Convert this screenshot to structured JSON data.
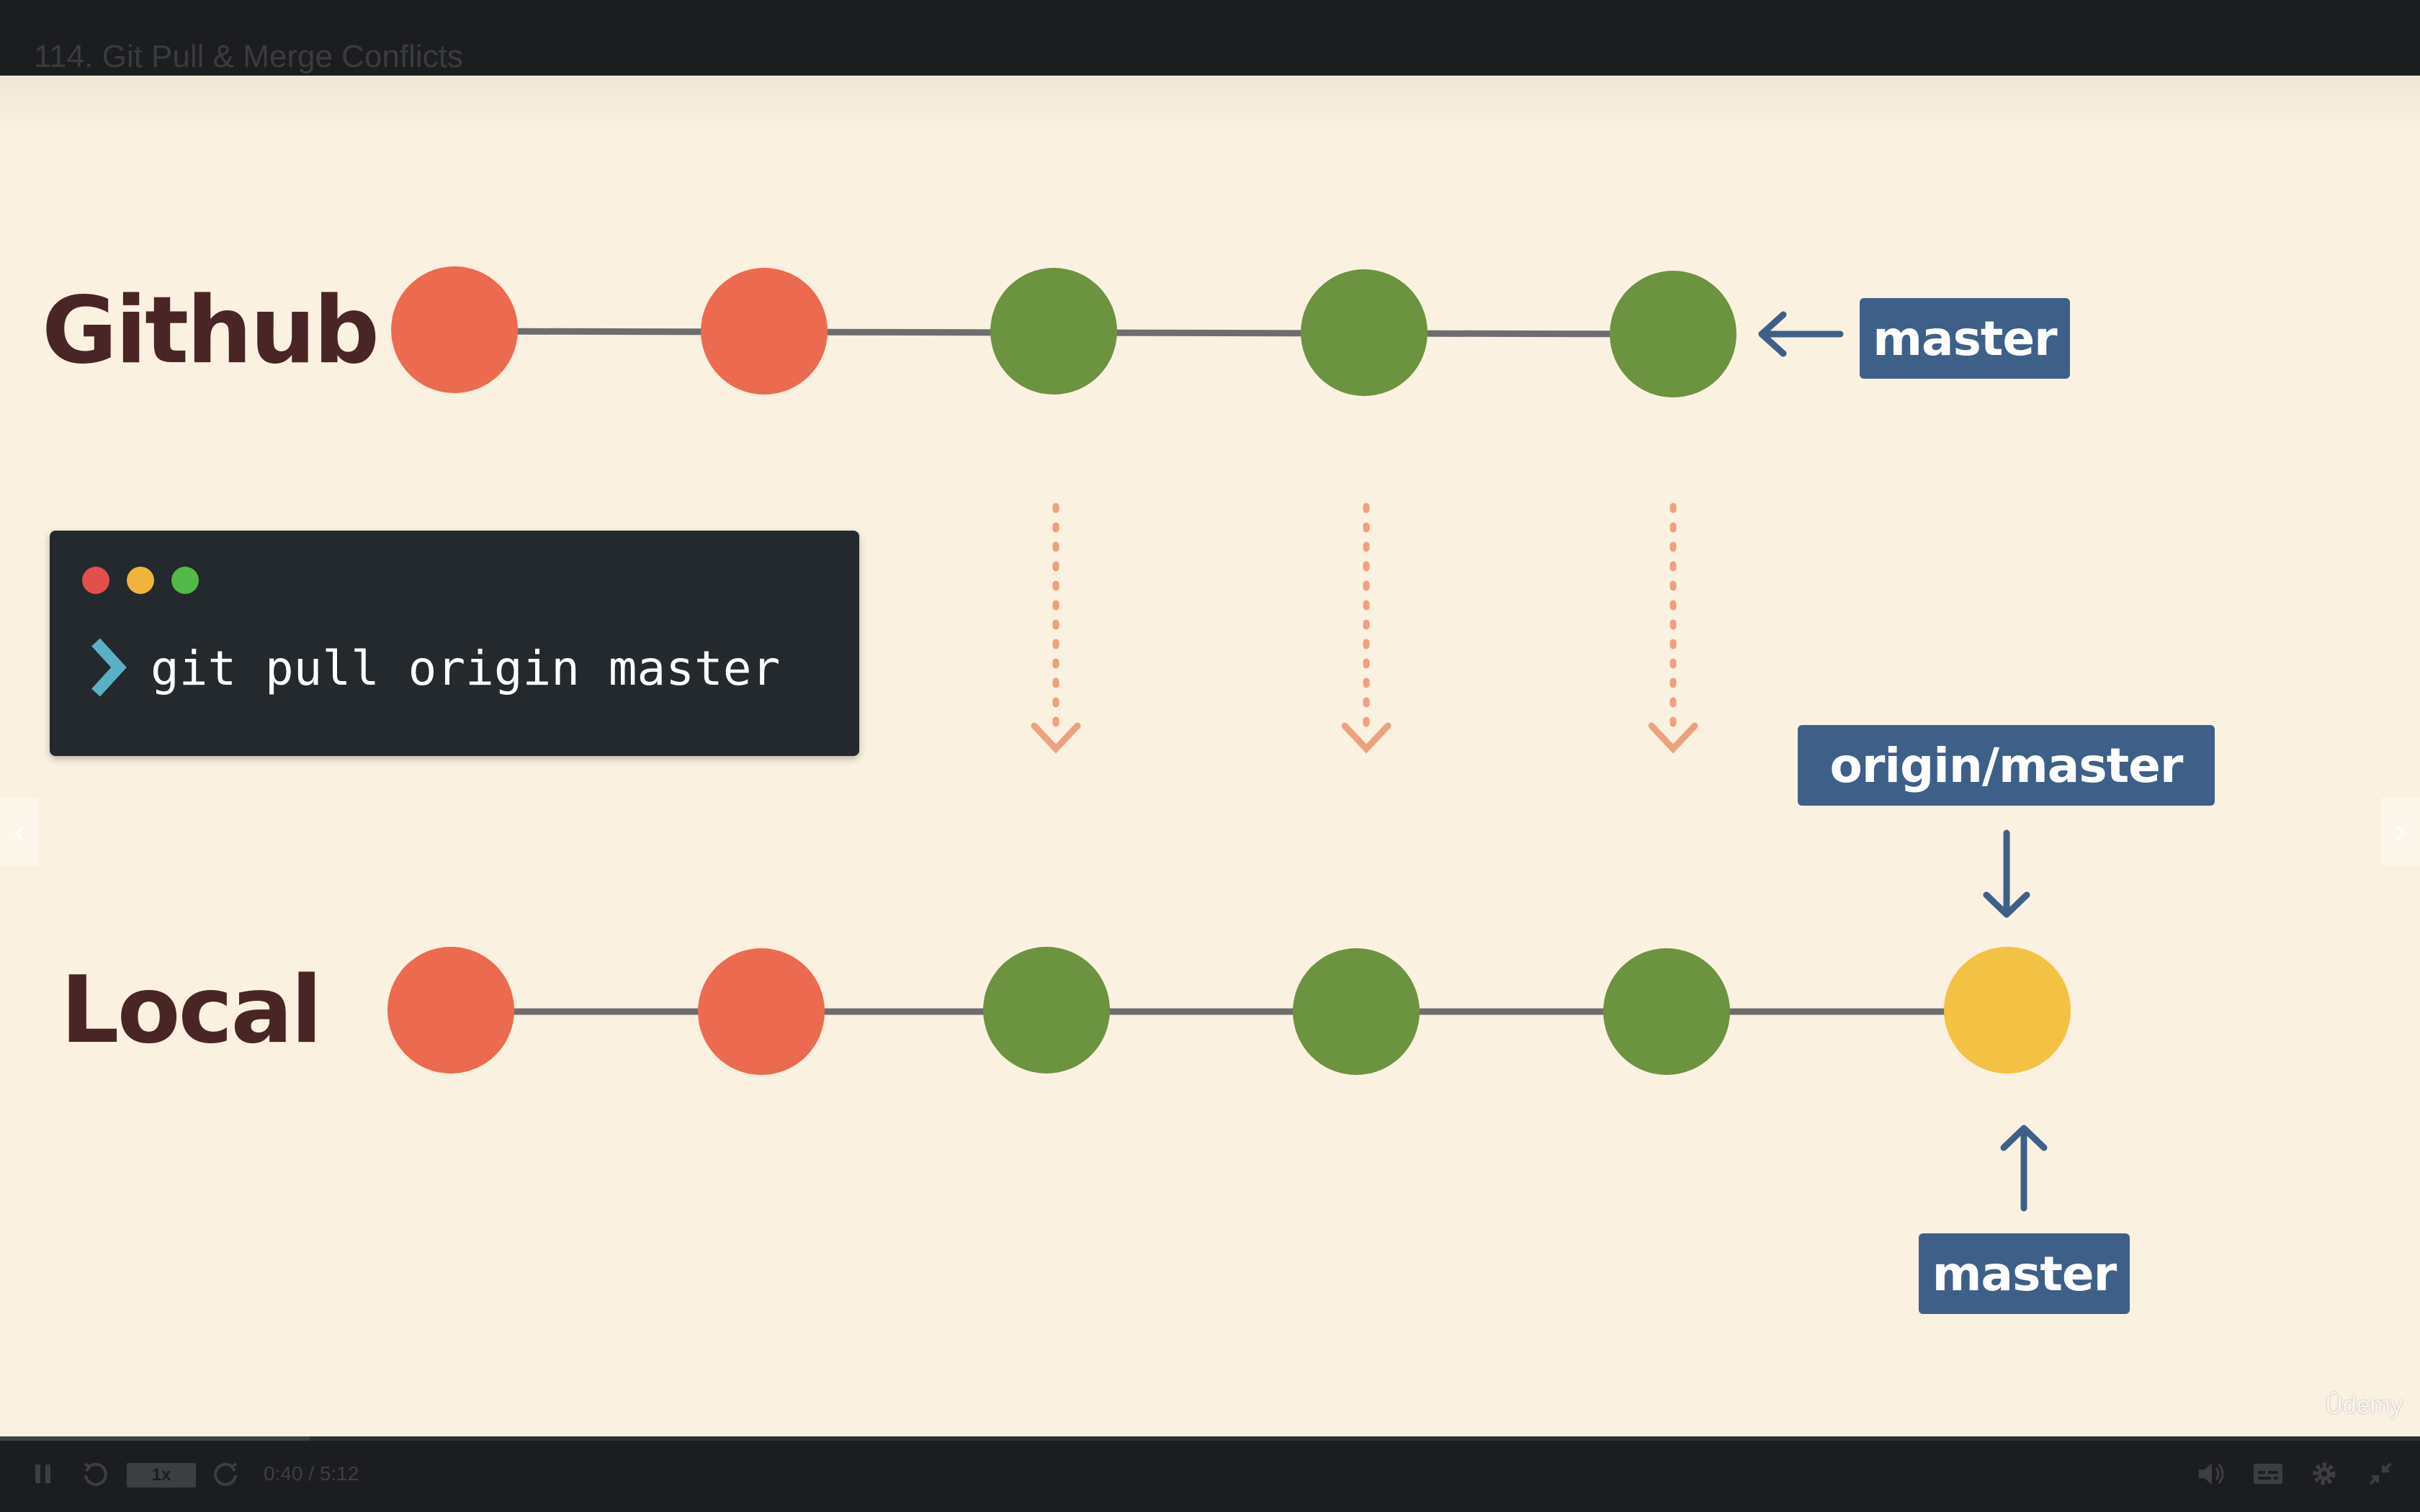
{
  "player": {
    "lecture_title": "114. Git Pull & Merge Conflicts",
    "current_time": "0:40",
    "duration": "5:12",
    "time_display": "0:40 / 5:12",
    "speed": "1x",
    "progress": 0.128,
    "brand": "Ûdemy"
  },
  "slide": {
    "github_label": "Github",
    "local_label": "Local",
    "terminal": {
      "command": "git pull origin master",
      "window_dots": [
        "#e2504b",
        "#f0b43c",
        "#52b949"
      ]
    },
    "labels": {
      "github_master": "master",
      "origin_master": "origin/master",
      "local_master": "master"
    },
    "github_commits": [
      "#ec6a4f",
      "#ec6a4f",
      "#6b9340",
      "#6b9340",
      "#6b9340"
    ],
    "local_commits": [
      "#ec6a4f",
      "#ec6a4f",
      "#6b9340",
      "#6b9340",
      "#6b9340",
      "#f3c144"
    ],
    "colors": {
      "background": "#fbf1e1",
      "label_text": "#4a2526",
      "tag_bg": "#3e6088",
      "arrow": "#3e6088",
      "pull_arrow": "#eda17f",
      "line": "#6e6d6e"
    }
  },
  "icons": {
    "play_pause": "pause-icon",
    "rewind": "rewind-5-icon",
    "forward": "forward-5-icon",
    "volume": "volume-icon",
    "captions": "captions-icon",
    "settings": "gear-icon",
    "exit_fullscreen": "exit-fullscreen-icon",
    "prev": "chevron-left-icon",
    "next": "chevron-right-icon"
  }
}
